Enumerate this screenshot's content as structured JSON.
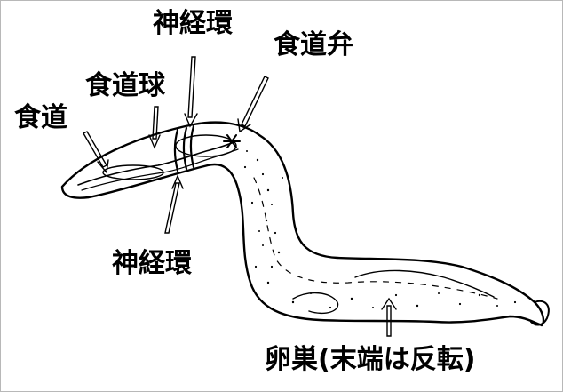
{
  "labels": {
    "nerve_ring_top": "神経環",
    "esophageal_valve": "食道弁",
    "esophageal_bulb": "食道球",
    "esophagus": "食道",
    "nerve_ring_bottom": "神経環",
    "ovary": "卵巣(末端は反転)"
  },
  "colors": {
    "ink": "#000000",
    "background": "#ffffff",
    "frame": "#b8b8b8"
  }
}
